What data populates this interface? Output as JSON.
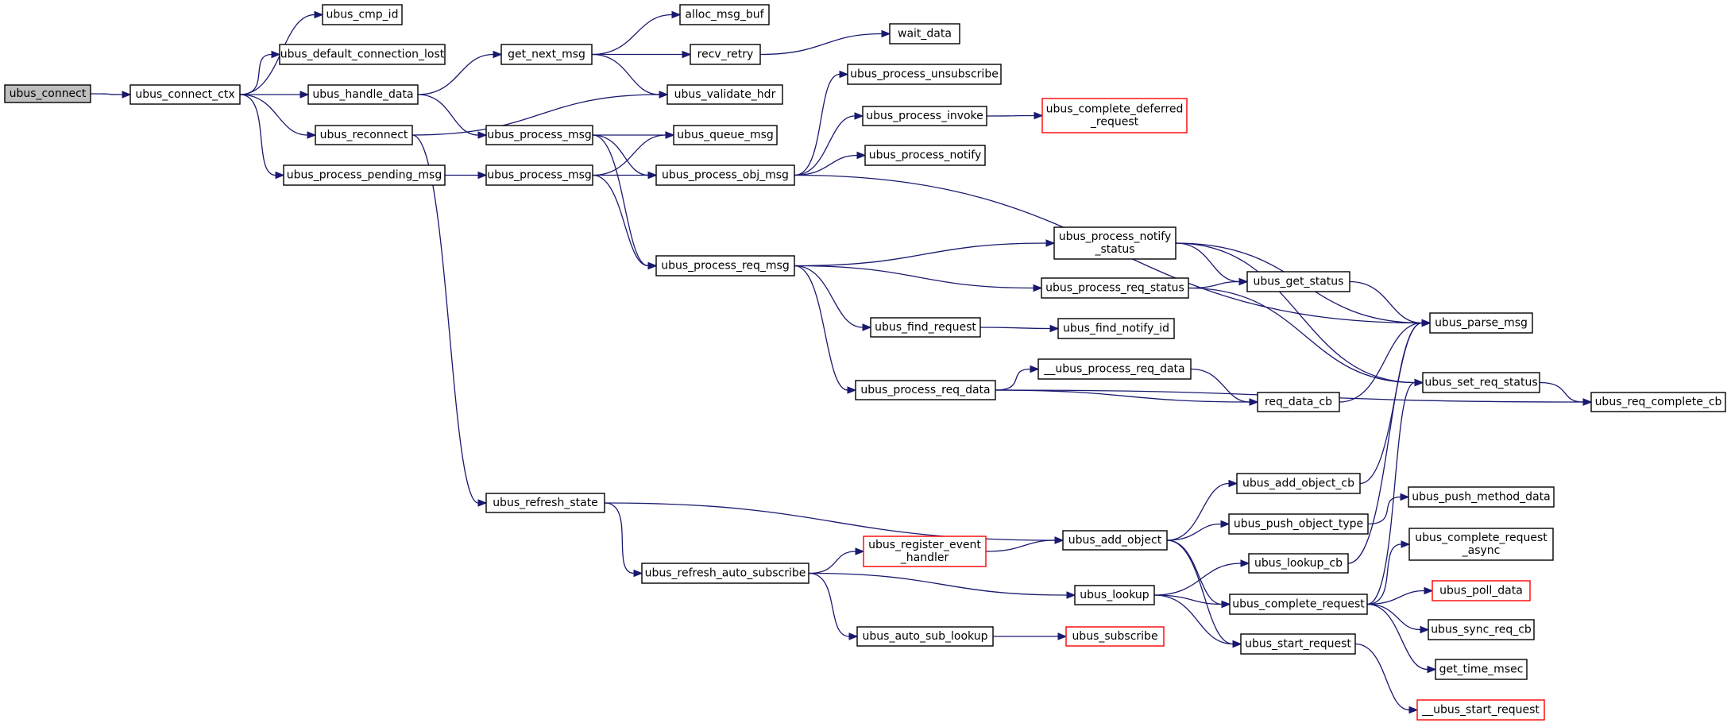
{
  "graph": {
    "nodes": [
      {
        "id": "ubus_connect",
        "label": "ubus_connect",
        "root": true
      },
      {
        "id": "ubus_connect_ctx",
        "label": "ubus_connect_ctx"
      },
      {
        "id": "ubus_cmp_id",
        "label": "ubus_cmp_id"
      },
      {
        "id": "ubus_default_connection_lost",
        "label": "ubus_default_connection_lost"
      },
      {
        "id": "ubus_handle_data",
        "label": "ubus_handle_data"
      },
      {
        "id": "ubus_reconnect",
        "label": "ubus_reconnect"
      },
      {
        "id": "ubus_process_pending_msg",
        "label": "ubus_process_pending_msg"
      },
      {
        "id": "get_next_msg",
        "label": "get_next_msg"
      },
      {
        "id": "ubus_process_msg_a",
        "label": "ubus_process_msg"
      },
      {
        "id": "ubus_process_msg_b",
        "label": "ubus_process_msg"
      },
      {
        "id": "ubus_refresh_state",
        "label": "ubus_refresh_state"
      },
      {
        "id": "alloc_msg_buf",
        "label": "alloc_msg_buf"
      },
      {
        "id": "recv_retry",
        "label": "recv_retry"
      },
      {
        "id": "wait_data",
        "label": "wait_data"
      },
      {
        "id": "ubus_validate_hdr",
        "label": "ubus_validate_hdr"
      },
      {
        "id": "ubus_queue_msg",
        "label": "ubus_queue_msg"
      },
      {
        "id": "ubus_process_obj_msg",
        "label": "ubus_process_obj_msg"
      },
      {
        "id": "ubus_process_unsubscribe",
        "label": "ubus_process_unsubscribe"
      },
      {
        "id": "ubus_process_invoke",
        "label": "ubus_process_invoke"
      },
      {
        "id": "ubus_complete_deferred_request",
        "label": "ubus_complete_deferred\n_request",
        "incomplete": true
      },
      {
        "id": "ubus_process_notify",
        "label": "ubus_process_notify"
      },
      {
        "id": "ubus_process_req_msg",
        "label": "ubus_process_req_msg"
      },
      {
        "id": "ubus_process_notify_status",
        "label": "ubus_process_notify\n_status"
      },
      {
        "id": "ubus_process_req_status",
        "label": "ubus_process_req_status"
      },
      {
        "id": "ubus_get_status",
        "label": "ubus_get_status"
      },
      {
        "id": "ubus_parse_msg",
        "label": "ubus_parse_msg"
      },
      {
        "id": "ubus_find_request",
        "label": "ubus_find_request"
      },
      {
        "id": "ubus_find_notify_id",
        "label": "ubus_find_notify_id"
      },
      {
        "id": "__ubus_process_req_data",
        "label": "__ubus_process_req_data"
      },
      {
        "id": "ubus_process_req_data",
        "label": "ubus_process_req_data"
      },
      {
        "id": "req_data_cb",
        "label": "req_data_cb"
      },
      {
        "id": "ubus_set_req_status",
        "label": "ubus_set_req_status"
      },
      {
        "id": "ubus_req_complete_cb",
        "label": "ubus_req_complete_cb"
      },
      {
        "id": "ubus_add_object_cb",
        "label": "ubus_add_object_cb"
      },
      {
        "id": "ubus_push_method_data",
        "label": "ubus_push_method_data"
      },
      {
        "id": "ubus_add_object",
        "label": "ubus_add_object"
      },
      {
        "id": "ubus_push_object_type",
        "label": "ubus_push_object_type"
      },
      {
        "id": "ubus_register_event_handler",
        "label": "ubus_register_event\n_handler",
        "incomplete": true
      },
      {
        "id": "ubus_refresh_auto_subscribe",
        "label": "ubus_refresh_auto_subscribe"
      },
      {
        "id": "ubus_complete_request_async",
        "label": "ubus_complete_request\n_async"
      },
      {
        "id": "ubus_lookup_cb",
        "label": "ubus_lookup_cb"
      },
      {
        "id": "ubus_lookup",
        "label": "ubus_lookup"
      },
      {
        "id": "ubus_complete_request",
        "label": "ubus_complete_request"
      },
      {
        "id": "ubus_poll_data",
        "label": "ubus_poll_data",
        "incomplete": true
      },
      {
        "id": "ubus_auto_sub_lookup",
        "label": "ubus_auto_sub_lookup"
      },
      {
        "id": "ubus_subscribe",
        "label": "ubus_subscribe",
        "incomplete": true
      },
      {
        "id": "ubus_start_request",
        "label": "ubus_start_request"
      },
      {
        "id": "ubus_sync_req_cb",
        "label": "ubus_sync_req_cb"
      },
      {
        "id": "get_time_msec",
        "label": "get_time_msec"
      },
      {
        "id": "__ubus_start_request",
        "label": "__ubus_start_request",
        "incomplete": true
      }
    ],
    "edges": [
      [
        "ubus_connect",
        "ubus_connect_ctx"
      ],
      [
        "ubus_connect_ctx",
        "ubus_cmp_id"
      ],
      [
        "ubus_connect_ctx",
        "ubus_default_connection_lost"
      ],
      [
        "ubus_connect_ctx",
        "ubus_handle_data"
      ],
      [
        "ubus_connect_ctx",
        "ubus_reconnect"
      ],
      [
        "ubus_connect_ctx",
        "ubus_process_pending_msg"
      ],
      [
        "ubus_handle_data",
        "get_next_msg"
      ],
      [
        "ubus_handle_data",
        "ubus_process_msg_a"
      ],
      [
        "get_next_msg",
        "alloc_msg_buf"
      ],
      [
        "get_next_msg",
        "recv_retry"
      ],
      [
        "get_next_msg",
        "ubus_validate_hdr"
      ],
      [
        "recv_retry",
        "wait_data"
      ],
      [
        "ubus_reconnect",
        "ubus_validate_hdr"
      ],
      [
        "ubus_reconnect",
        "ubus_refresh_state"
      ],
      [
        "ubus_process_pending_msg",
        "ubus_process_msg_b"
      ],
      [
        "ubus_process_msg_a",
        "ubus_queue_msg"
      ],
      [
        "ubus_process_msg_a",
        "ubus_process_obj_msg"
      ],
      [
        "ubus_process_msg_a",
        "ubus_process_req_msg"
      ],
      [
        "ubus_process_msg_b",
        "ubus_queue_msg"
      ],
      [
        "ubus_process_msg_b",
        "ubus_process_obj_msg"
      ],
      [
        "ubus_process_msg_b",
        "ubus_process_req_msg"
      ],
      [
        "ubus_process_obj_msg",
        "ubus_process_unsubscribe"
      ],
      [
        "ubus_process_obj_msg",
        "ubus_process_invoke"
      ],
      [
        "ubus_process_obj_msg",
        "ubus_process_notify"
      ],
      [
        "ubus_process_obj_msg",
        "ubus_parse_msg"
      ],
      [
        "ubus_process_invoke",
        "ubus_complete_deferred_request"
      ],
      [
        "ubus_process_req_msg",
        "ubus_process_notify_status"
      ],
      [
        "ubus_process_req_msg",
        "ubus_process_req_status"
      ],
      [
        "ubus_process_req_msg",
        "ubus_find_request"
      ],
      [
        "ubus_process_req_msg",
        "ubus_process_req_data"
      ],
      [
        "ubus_process_notify_status",
        "ubus_get_status"
      ],
      [
        "ubus_process_notify_status",
        "ubus_parse_msg"
      ],
      [
        "ubus_process_notify_status",
        "ubus_set_req_status"
      ],
      [
        "ubus_process_req_status",
        "ubus_get_status"
      ],
      [
        "ubus_process_req_status",
        "ubus_set_req_status"
      ],
      [
        "ubus_get_status",
        "ubus_parse_msg"
      ],
      [
        "ubus_find_request",
        "ubus_find_notify_id"
      ],
      [
        "ubus_process_req_data",
        "__ubus_process_req_data"
      ],
      [
        "ubus_process_req_data",
        "req_data_cb"
      ],
      [
        "ubus_process_req_data",
        "ubus_req_complete_cb"
      ],
      [
        "__ubus_process_req_data",
        "req_data_cb"
      ],
      [
        "req_data_cb",
        "ubus_parse_msg"
      ],
      [
        "ubus_set_req_status",
        "ubus_req_complete_cb"
      ],
      [
        "ubus_refresh_state",
        "ubus_add_object"
      ],
      [
        "ubus_refresh_state",
        "ubus_refresh_auto_subscribe"
      ],
      [
        "ubus_refresh_auto_subscribe",
        "ubus_register_event_handler"
      ],
      [
        "ubus_refresh_auto_subscribe",
        "ubus_lookup"
      ],
      [
        "ubus_refresh_auto_subscribe",
        "ubus_auto_sub_lookup"
      ],
      [
        "ubus_register_event_handler",
        "ubus_add_object"
      ],
      [
        "ubus_auto_sub_lookup",
        "ubus_subscribe"
      ],
      [
        "ubus_add_object",
        "ubus_add_object_cb"
      ],
      [
        "ubus_add_object",
        "ubus_push_object_type"
      ],
      [
        "ubus_add_object",
        "ubus_complete_request"
      ],
      [
        "ubus_add_object",
        "ubus_start_request"
      ],
      [
        "ubus_add_object_cb",
        "ubus_parse_msg"
      ],
      [
        "ubus_push_object_type",
        "ubus_push_method_data"
      ],
      [
        "ubus_lookup",
        "ubus_lookup_cb"
      ],
      [
        "ubus_lookup",
        "ubus_complete_request"
      ],
      [
        "ubus_lookup",
        "ubus_start_request"
      ],
      [
        "ubus_lookup_cb",
        "ubus_parse_msg"
      ],
      [
        "ubus_complete_request",
        "ubus_complete_request_async"
      ],
      [
        "ubus_complete_request",
        "ubus_poll_data"
      ],
      [
        "ubus_complete_request",
        "ubus_sync_req_cb"
      ],
      [
        "ubus_complete_request",
        "get_time_msec"
      ],
      [
        "ubus_complete_request",
        "ubus_set_req_status"
      ],
      [
        "ubus_start_request",
        "__ubus_start_request"
      ]
    ]
  }
}
